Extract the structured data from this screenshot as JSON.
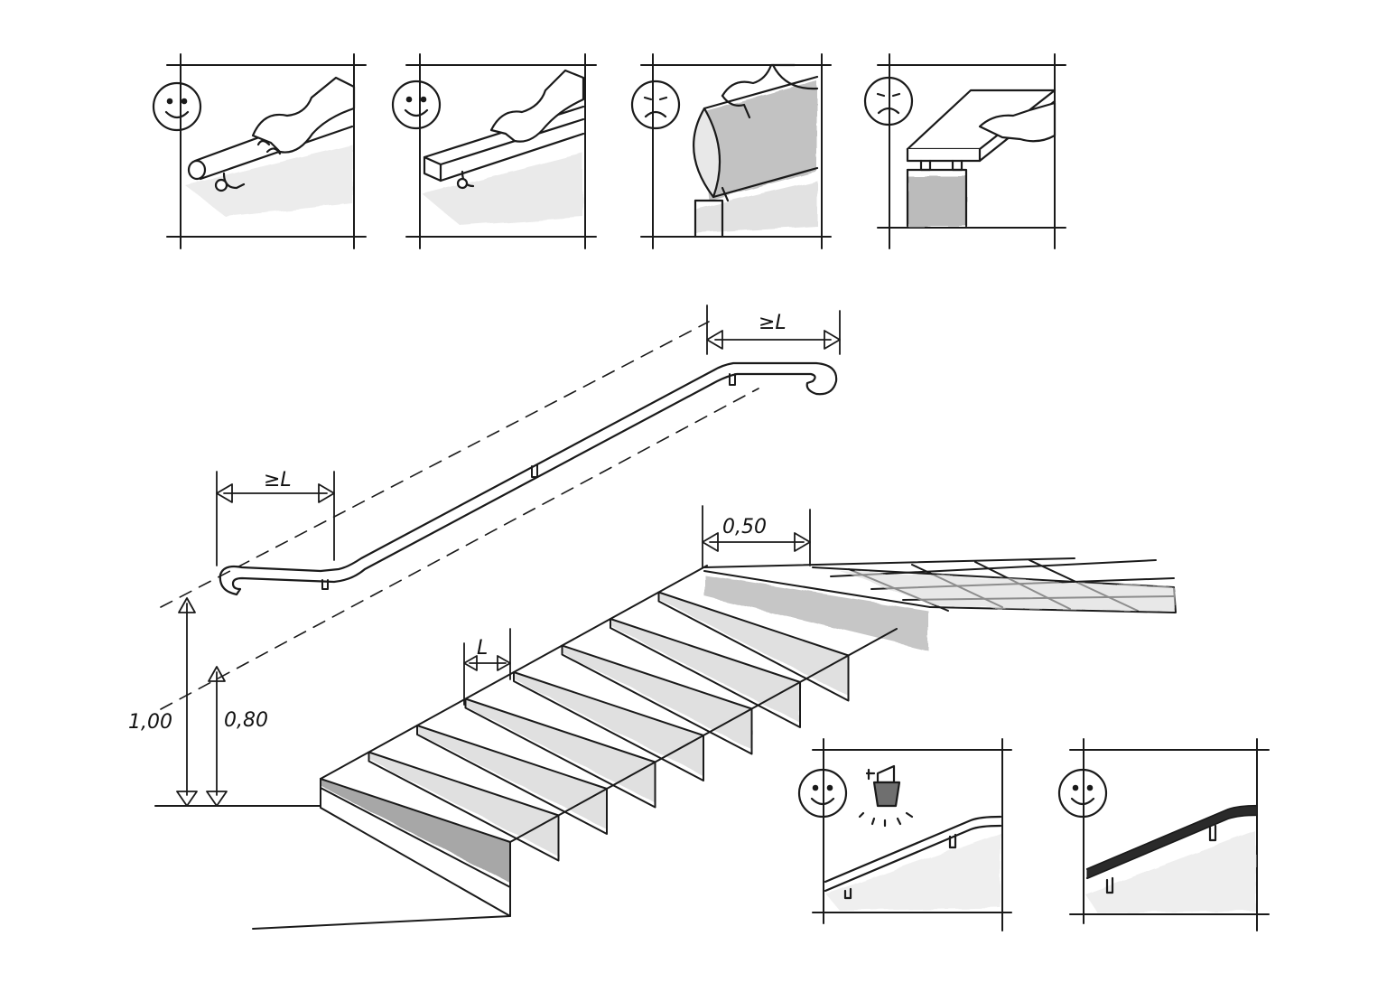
{
  "dimensions": {
    "extension_top": "≥L",
    "extension_bottom": "≥L",
    "landing_depth": "0,50",
    "step_depth": "L",
    "height_upper": "1,00",
    "height_lower": "0,80"
  },
  "panels": [
    {
      "name": "round-handrail",
      "rating": "good",
      "icon": "smiley-face-icon"
    },
    {
      "name": "square-handrail",
      "rating": "good",
      "icon": "smiley-face-icon"
    },
    {
      "name": "wide-oval-handrail",
      "rating": "bad",
      "icon": "frowny-face-icon"
    },
    {
      "name": "flat-plank-handrail",
      "rating": "bad",
      "icon": "frowny-face-icon"
    },
    {
      "name": "lit-handrail",
      "rating": "good",
      "icon": "smiley-face-icon"
    },
    {
      "name": "textured-handrail",
      "rating": "good",
      "icon": "smiley-face-icon"
    }
  ],
  "colors": {
    "ink": "#1a1a1a",
    "shade_light": "#d4d4d4",
    "shade_mid": "#b5b5b5",
    "shade_dark": "#8f8f8f"
  }
}
